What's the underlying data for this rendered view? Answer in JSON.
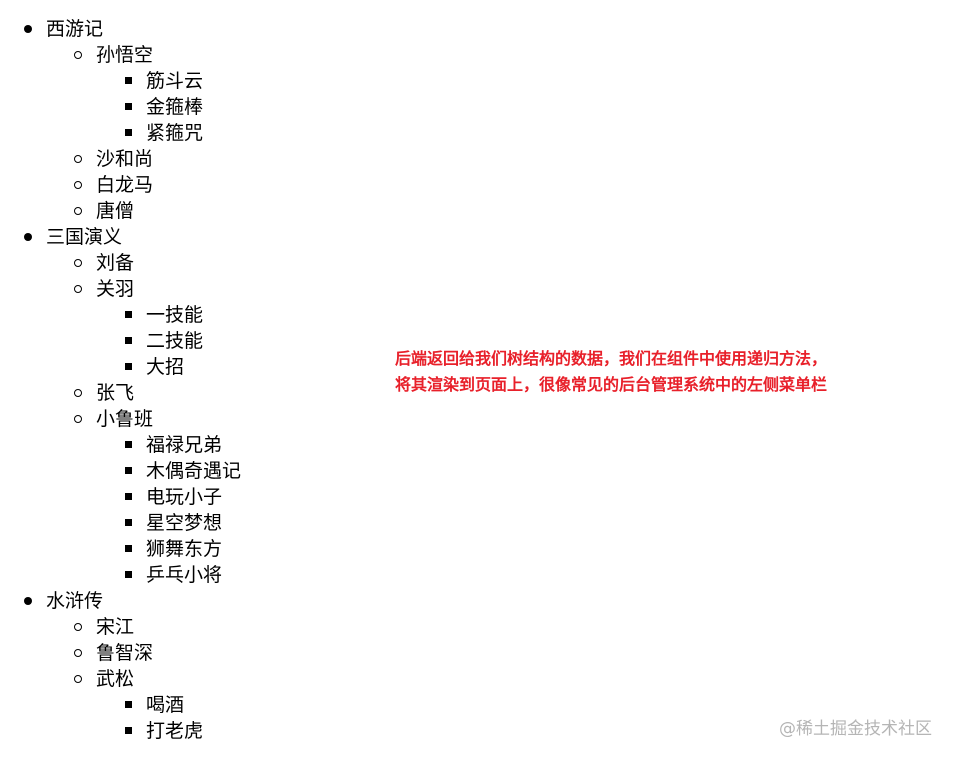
{
  "tree": [
    {
      "label": "西游记",
      "children": [
        {
          "label": "孙悟空",
          "children": [
            {
              "label": "筋斗云"
            },
            {
              "label": "金箍棒"
            },
            {
              "label": "紧箍咒"
            }
          ]
        },
        {
          "label": "沙和尚"
        },
        {
          "label": "白龙马"
        },
        {
          "label": "唐僧"
        }
      ]
    },
    {
      "label": "三国演义",
      "children": [
        {
          "label": "刘备"
        },
        {
          "label": "关羽",
          "children": [
            {
              "label": "一技能"
            },
            {
              "label": "二技能"
            },
            {
              "label": "大招"
            }
          ]
        },
        {
          "label": "张飞"
        },
        {
          "label": "小鲁班",
          "children": [
            {
              "label": "福禄兄弟"
            },
            {
              "label": "木偶奇遇记"
            },
            {
              "label": "电玩小子"
            },
            {
              "label": "星空梦想"
            },
            {
              "label": "狮舞东方"
            },
            {
              "label": "乒乓小将"
            }
          ]
        }
      ]
    },
    {
      "label": "水浒传",
      "children": [
        {
          "label": "宋江"
        },
        {
          "label": "鲁智深"
        },
        {
          "label": "武松",
          "children": [
            {
              "label": "喝酒"
            },
            {
              "label": "打老虎"
            }
          ]
        }
      ]
    }
  ],
  "annotation": {
    "line1": "后端返回给我们树结构的数据，我们在组件中使用递归方法，",
    "line2": "将其渲染到页面上，很像常见的后台管理系统中的左侧菜单栏",
    "color": "#e8202a"
  },
  "watermark": "@稀土掘金技术社区"
}
